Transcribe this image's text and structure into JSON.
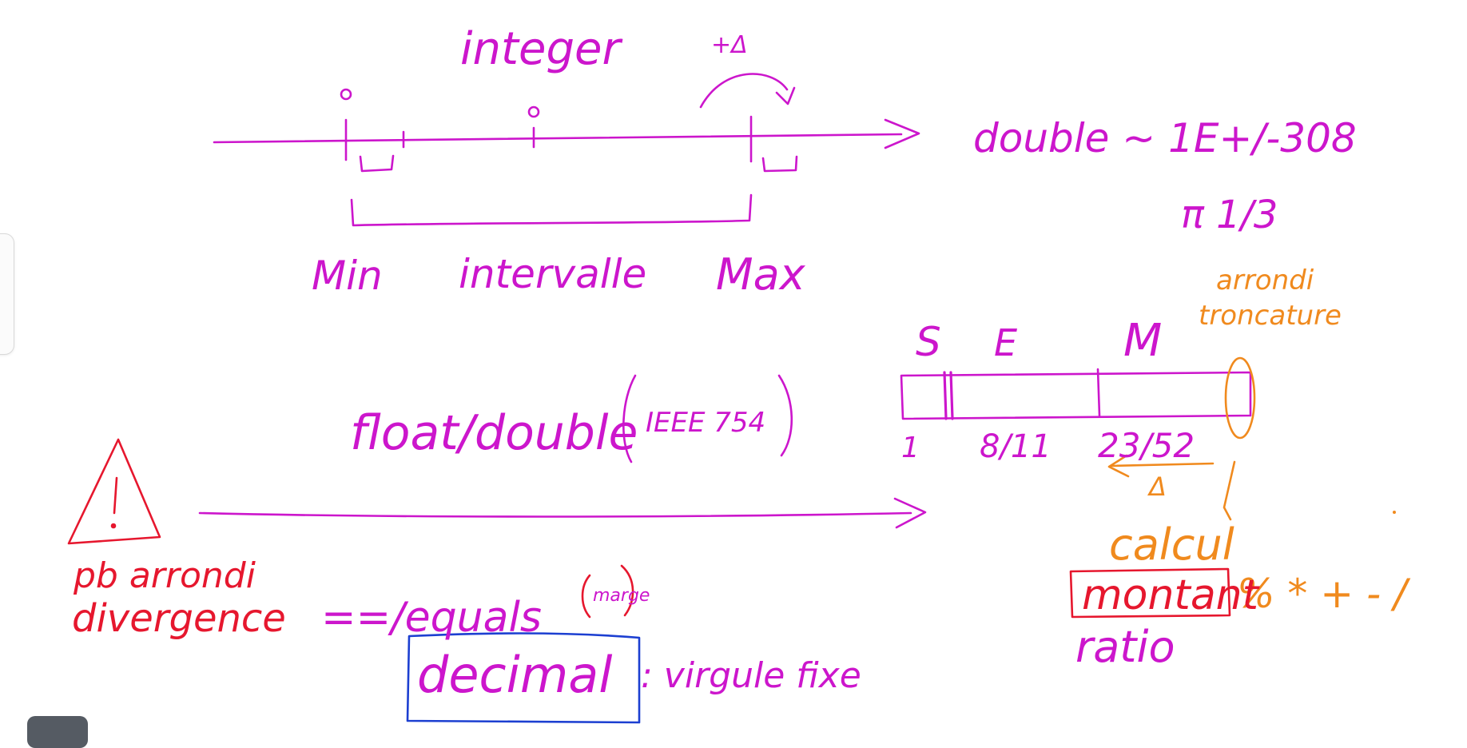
{
  "colors": {
    "purple": "#cc16cc",
    "red": "#e6172e",
    "orange": "#f08a1e",
    "blue": "#1c3fd1",
    "background": "#ffffff"
  },
  "top_line": {
    "type_label": "integer",
    "delta_label": "+Δ",
    "double_range_label": "double ~ 1E+/-308",
    "pi_third_label": "π 1/3",
    "min_label": "Min",
    "interval_label": "intervalle",
    "max_label": "Max"
  },
  "float_section": {
    "title": "float/double",
    "standard": "IEEE 754",
    "fields": [
      "S",
      "E",
      "M"
    ],
    "bits": [
      "1",
      "8/11",
      "23/52"
    ],
    "delta_label": "Δ",
    "rounding_label": "arrondi",
    "truncation_label": "troncature"
  },
  "warning": {
    "issue_1": "pb arrondi",
    "issue_2": "divergence",
    "equals_label": "==/equals",
    "margin_label": "marge",
    "decimal_label": "decimal",
    "fixed_point_label": ": virgule fixe"
  },
  "uses": {
    "calcul_label": "calcul",
    "montant_label": "montant",
    "ratio_label": "ratio",
    "operators_label": "% * + - /"
  }
}
